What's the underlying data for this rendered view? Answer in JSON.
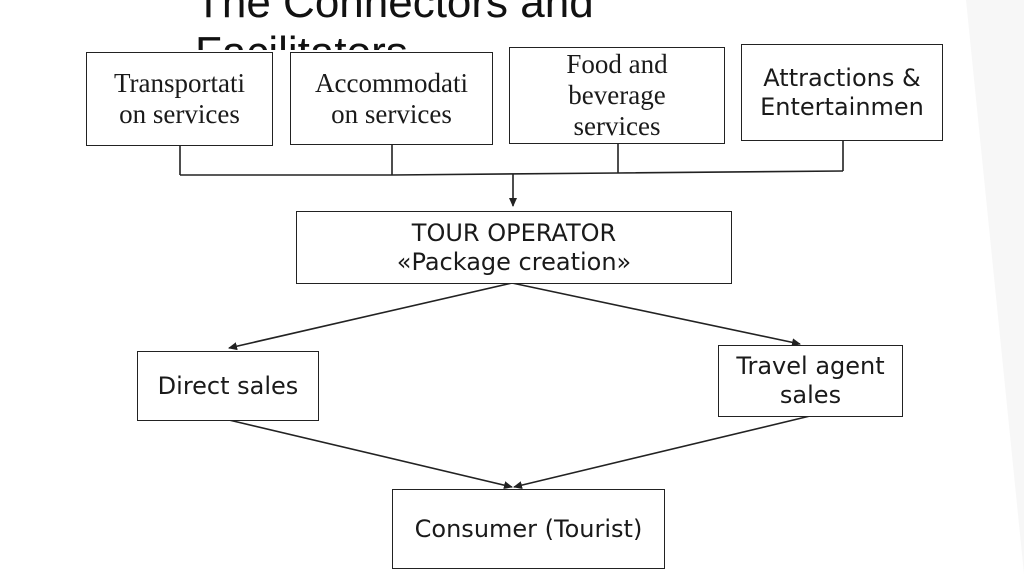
{
  "slide": {
    "title": "The Connectors and Facilitators"
  },
  "diagram": {
    "suppliers": [
      {
        "label": "Transportati\non services"
      },
      {
        "label": "Accommodati\non services"
      },
      {
        "label": "Food and\nbeverage\nservices"
      },
      {
        "label": "Attractions &\nEntertainmen"
      }
    ],
    "tour_operator": {
      "line1": "TOUR OPERATOR",
      "line2": "«Package creation»"
    },
    "channels": {
      "direct": "Direct sales",
      "agent": "Travel agent\nsales"
    },
    "consumer": "Consumer (Tourist)"
  },
  "colors": {
    "line": "#222222",
    "text": "#1a1a1a",
    "background": "#ffffff"
  }
}
